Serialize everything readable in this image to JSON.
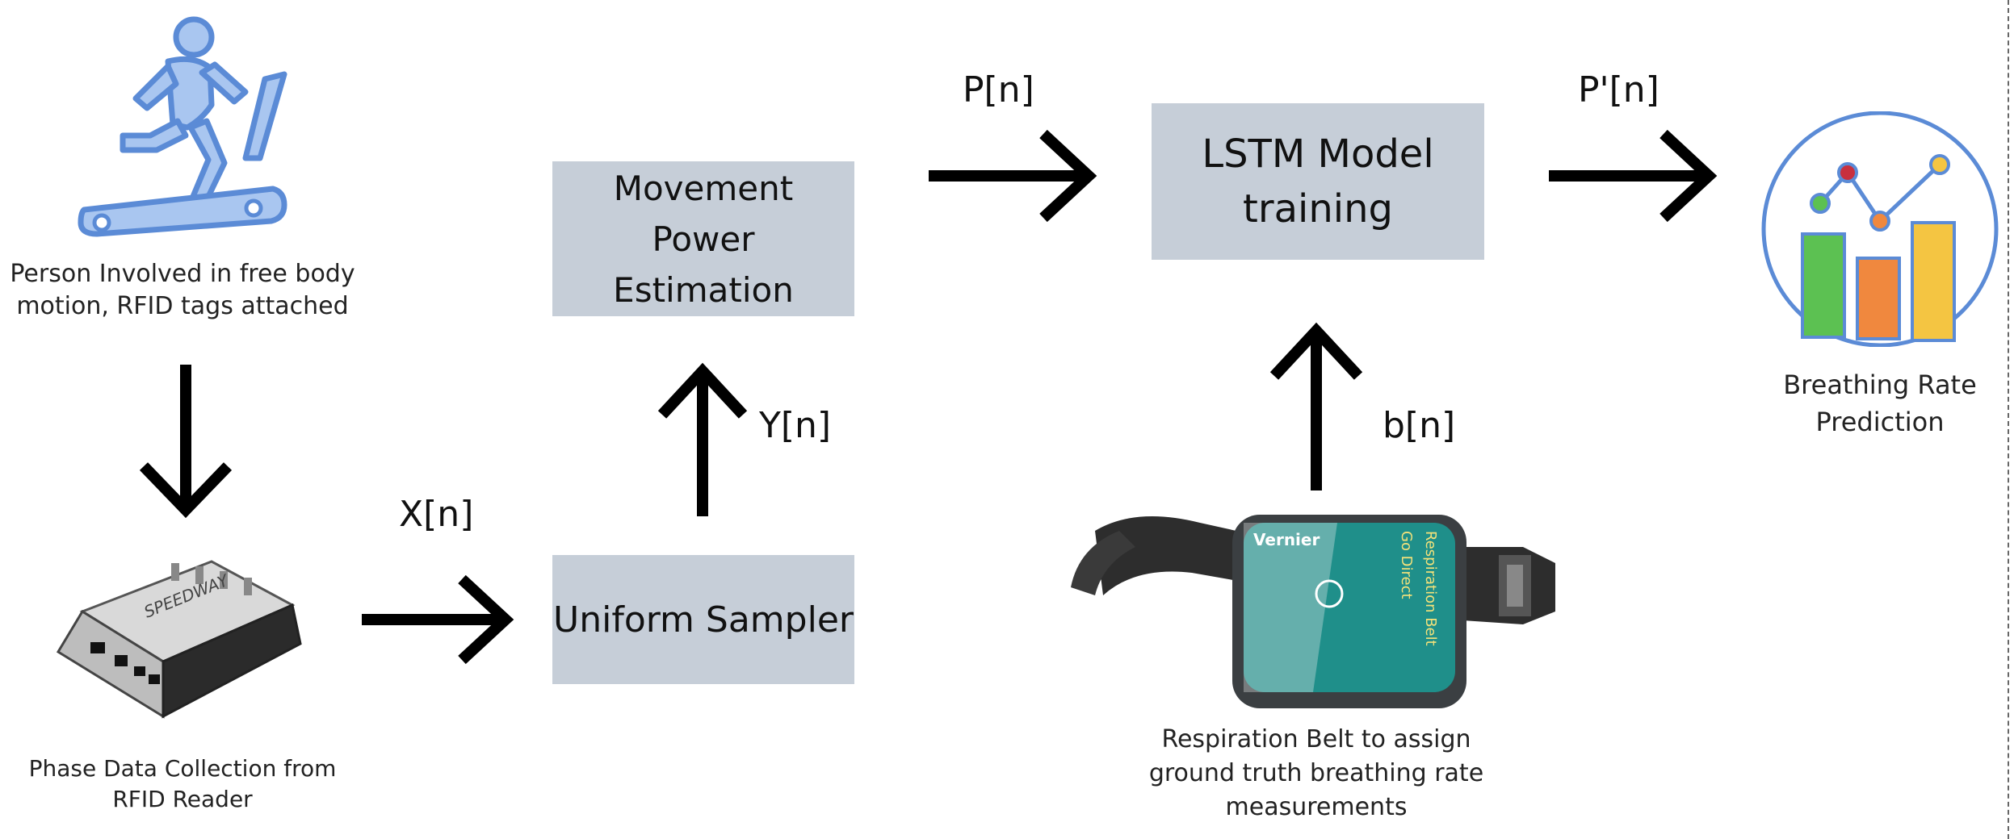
{
  "nodes": {
    "person": {
      "icon": "treadmill-runner-icon",
      "caption": "Person Involved in free body\nmotion, RFID tags attached"
    },
    "reader": {
      "icon": "rfid-reader-icon",
      "caption": "Phase Data Collection from\nRFID Reader"
    },
    "sampler": {
      "label": "Uniform Sampler"
    },
    "power": {
      "label": "Movement\nPower\nEstimation"
    },
    "lstm": {
      "label": "LSTM Model\ntraining"
    },
    "belt": {
      "icon": "respiration-belt-icon",
      "caption": "Respiration Belt to assign\nground truth breathing rate\nmeasurements",
      "device_text": {
        "brand": "Vernier",
        "product": "Go Direct",
        "name": "Respiration Belt"
      }
    },
    "prediction": {
      "icon": "chart-circle-icon",
      "caption": "Breathing Rate\nPrediction"
    }
  },
  "signals": {
    "x": "X[n]",
    "y": "Y[n]",
    "p": "P[n]",
    "b": "b[n]",
    "p_prime": "P'[n]"
  },
  "colors": {
    "box_fill": "#c6ced8",
    "icon_stroke": "#5b8bd6",
    "icon_fill": "#a9c6f0",
    "bar_green": "#5cc152",
    "bar_orange": "#f0883e",
    "bar_yellow": "#f4c542",
    "dot_red": "#c8303e"
  }
}
